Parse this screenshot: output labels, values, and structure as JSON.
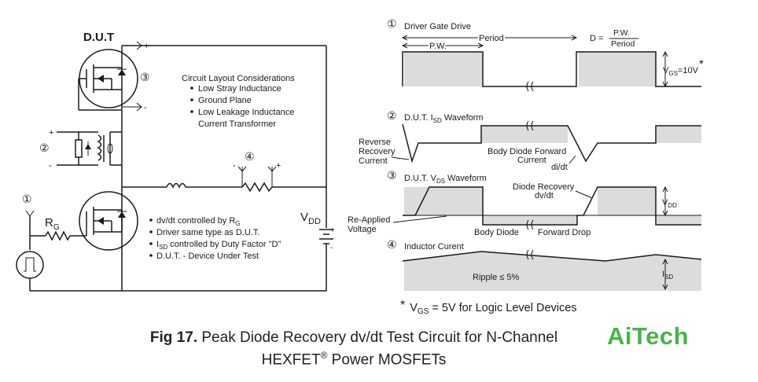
{
  "circuit": {
    "dut_label": "D.U.T",
    "num3": "③",
    "num2": "②",
    "num1": "①",
    "num4": "④",
    "rg_main": "R",
    "rg_sub": "G",
    "vdd_main": "V",
    "vdd_sub": "DD",
    "plus": "+",
    "minus": "-",
    "layout_title": "Circuit Layout Considerations",
    "layout_items": [
      "Low Stray Inductance",
      "Ground Plane",
      "Low Leakage Inductance",
      "Current Transformer"
    ],
    "notes": {
      "n1_main": "dv/dt controlled by R",
      "n1_sub": "G",
      "n2": "Driver same type as D.U.T.",
      "n3_pre": "I",
      "n3_sub": "SD",
      "n3_post": " controlled by Duty Factor \"D\"",
      "n4": "D.U.T. - Device Under Test"
    }
  },
  "waveforms": {
    "w1_num": "①",
    "w1_title": "Driver Gate Drive",
    "pw": "P.W.",
    "period": "Period",
    "d_eq": "D =",
    "d_num": "P.W.",
    "d_den": "Period",
    "vgs_main": "V",
    "vgs_sub": "GS",
    "vgs_val": "=10V",
    "star": "*",
    "w2_num": "②",
    "w2_title_pre": "D.U.T. I",
    "w2_title_sub": "SD",
    "w2_title_post": " Waveform",
    "reverse_recovery": [
      "Reverse",
      "Recovery",
      "Current"
    ],
    "body_diode_forward": "Body  Diode  Forward",
    "current": "Current",
    "didt": "di/dt",
    "w3_num": "③",
    "w3_title_pre": "D.U.T. V",
    "w3_title_sub": "DS",
    "w3_title_post": " Waveform",
    "diode_recovery": [
      "Diode  Recovery",
      "dv/dt"
    ],
    "vdd_main": "V",
    "vdd_sub": "DD",
    "reapplied": [
      "Re-Applied",
      "Voltage"
    ],
    "body_diode_drop": "Body  Diode",
    "forward_drop": "Forward  Drop",
    "w4_num": "④",
    "w4_title": "Inductor Curent",
    "ripple": "Ripple  ≤  5%",
    "isd_main": "I",
    "isd_sub": "SD",
    "footnote_star": "*",
    "footnote_main": "V",
    "footnote_sub": "GS",
    "footnote_post": " = 5V for Logic Level Devices"
  },
  "caption": {
    "bold": "Fig 17.",
    "line1": " Peak Diode Recovery dv/dt Test Circuit for N-Channel",
    "line2_pre": "HEXFET",
    "line2_sup": "®",
    "line2_post": " Power MOSFETs"
  },
  "logo": "AiTech",
  "colors": {
    "shade": "#dcdcdc",
    "logo": "#4bb24b",
    "ink": "#1a1a1a"
  }
}
